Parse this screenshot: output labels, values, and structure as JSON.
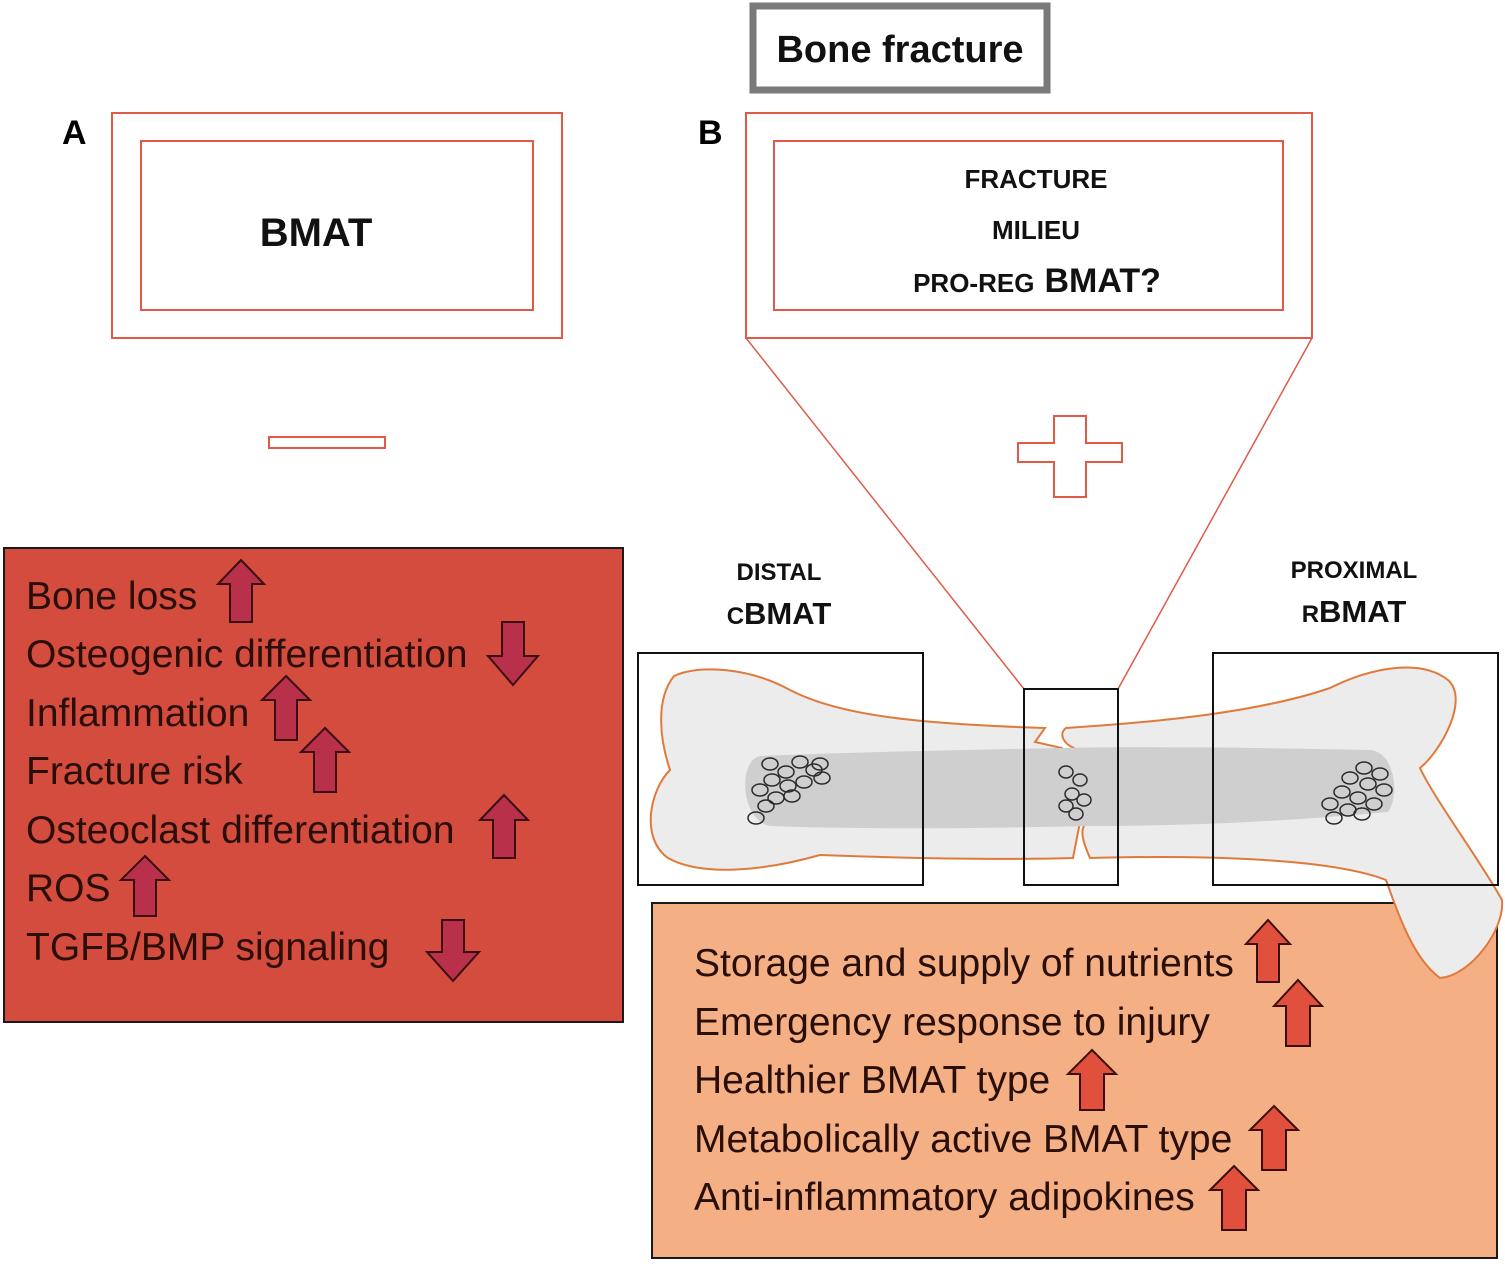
{
  "header": {
    "title": "Bone fracture"
  },
  "panel_a": {
    "letter": "A",
    "center_label": "BMAT",
    "operator": "minus",
    "effects": [
      {
        "text": "Bone loss",
        "direction": "up"
      },
      {
        "text": "Osteogenic differentiation",
        "direction": "down"
      },
      {
        "text": "Inflammation",
        "direction": "up"
      },
      {
        "text": "Fracture risk",
        "direction": "up"
      },
      {
        "text": "Osteoclast differentiation",
        "direction": "up"
      },
      {
        "text": "ROS",
        "direction": "up"
      },
      {
        "text": "TGFB/BMP signaling",
        "direction": "down"
      }
    ]
  },
  "panel_b": {
    "letter": "B",
    "milieu": {
      "line1": "FRACTURE",
      "line2": "MILIEU",
      "line3_small": "PRO-REG",
      "line3_big": "BMAT?"
    },
    "operator": "plus",
    "distal": {
      "top": "DISTAL",
      "prefix": "C",
      "main": "BMAT"
    },
    "proximal": {
      "top": "PROXIMAL",
      "prefix": "R",
      "main": "BMAT"
    },
    "effects": [
      {
        "text": "Storage and supply of nutrients",
        "direction": "up"
      },
      {
        "text": "Emergency response to injury",
        "direction": "up"
      },
      {
        "text": "Healthier BMAT type",
        "direction": "up"
      },
      {
        "text": "Metabolically active BMAT type",
        "direction": "up"
      },
      {
        "text": "Anti-inflammatory adipokines",
        "direction": "up"
      }
    ]
  },
  "colors": {
    "outline_red": "#e05a47",
    "panel_a_fill": "#d34c3e",
    "panel_a_arrow": "#b8304a",
    "panel_b_fill": "#f4b084",
    "panel_b_arrow": "#e0503c",
    "bone_fill": "#ececec",
    "bone_outline": "#e07a3a",
    "marrow_fill": "#cfcfcf",
    "title_border": "#7a7a7a"
  }
}
